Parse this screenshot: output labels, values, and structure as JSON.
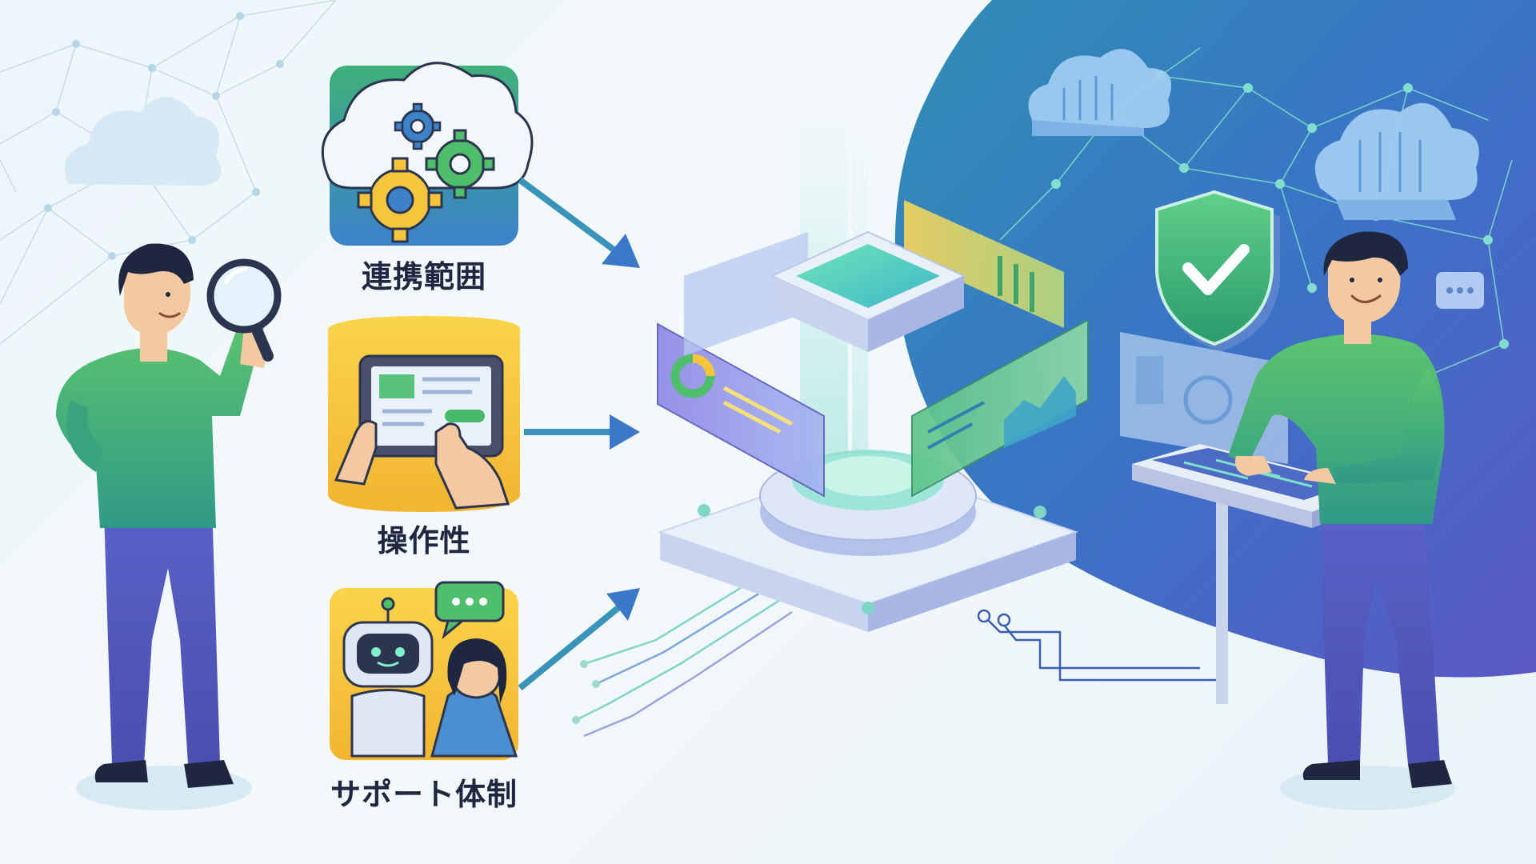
{
  "factors": [
    {
      "label": "連携範囲",
      "icon": "cloud-gears-icon"
    },
    {
      "label": "操作性",
      "icon": "tablet-touch-icon"
    },
    {
      "label": "サポート体制",
      "icon": "chatbot-support-icon"
    }
  ],
  "hub": {
    "icon": "central-platform-icon"
  },
  "security": {
    "icon": "shield-check-icon"
  },
  "colors": {
    "accent_green": "#46b96a",
    "accent_blue": "#3a78c9",
    "accent_yellow": "#f5c63c",
    "accent_purple": "#6b63c9",
    "text_dark": "#1f2740"
  }
}
